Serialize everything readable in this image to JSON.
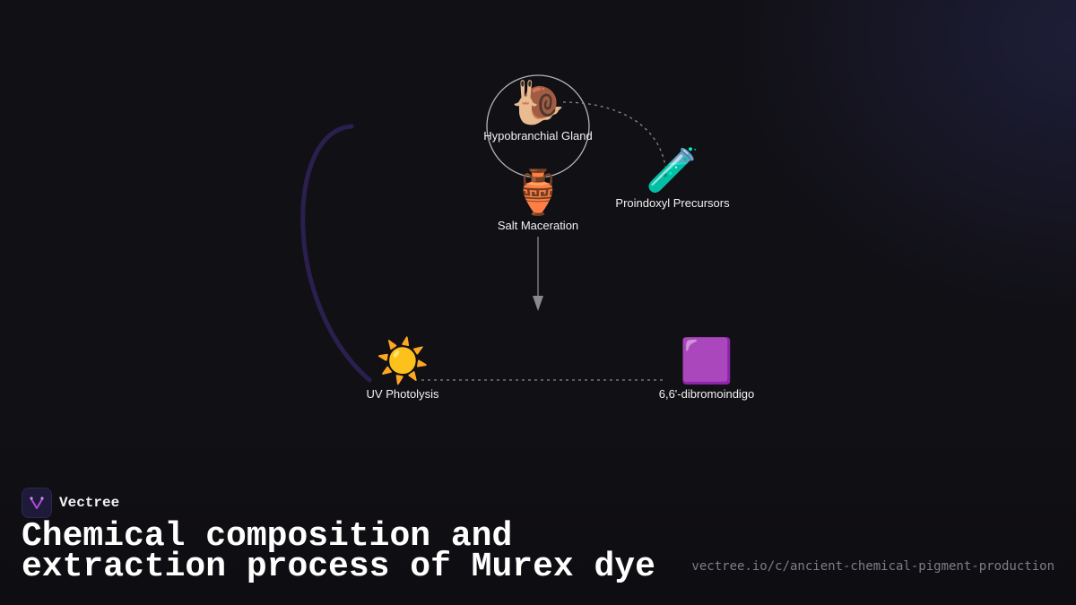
{
  "diagram": {
    "nodes": [
      {
        "id": "gland",
        "icon": "snail-icon",
        "glyph": "🐌",
        "label": "Hypobranchial Gland"
      },
      {
        "id": "maceration",
        "icon": "amphora-icon",
        "glyph": "🏺",
        "label": "Salt Maceration"
      },
      {
        "id": "precursors",
        "icon": "test-tube-icon",
        "glyph": "🧪",
        "label": "Proindoxyl Precursors"
      },
      {
        "id": "photolysis",
        "icon": "sun-icon",
        "glyph": "☀️",
        "label": "UV Photolysis"
      },
      {
        "id": "dye",
        "icon": "purple-square-icon",
        "glyph": "🟪",
        "label": "6,6'-dibromoindigo"
      }
    ],
    "colors": {
      "background": "#111015",
      "arc": "#2a1f4d",
      "connector": "#8a8a8a",
      "ring": "#b5b5b5"
    }
  },
  "brand": {
    "name": "Vectree"
  },
  "title": "Chemical composition and extraction process of Murex dye",
  "url": "vectree.io/c/ancient-chemical-pigment-production"
}
